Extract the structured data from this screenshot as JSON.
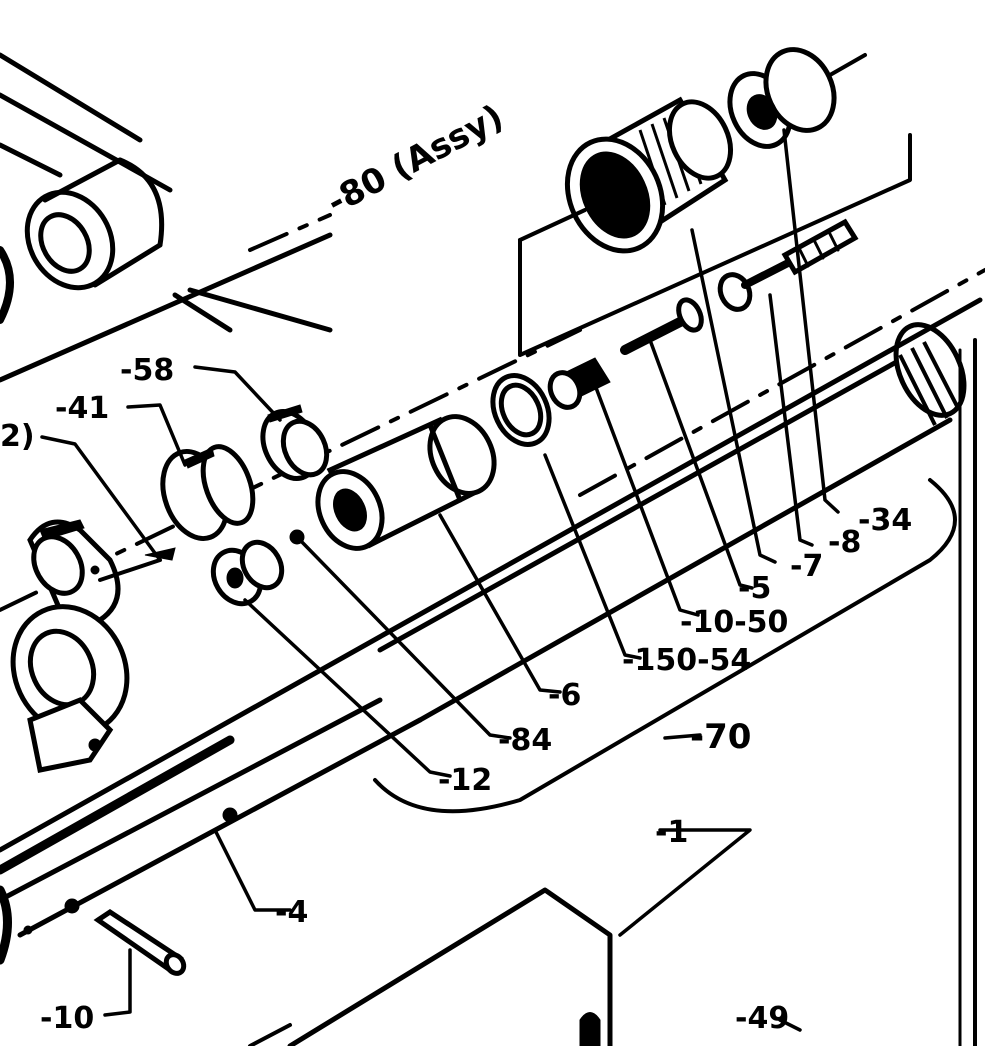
{
  "labels": {
    "assy": "-80 (Assy)",
    "p58": "-58",
    "p41": "-41",
    "p2": "2)",
    "p34": "-34",
    "p8": "-8",
    "p7": "-7",
    "p5": "-5",
    "p10_50": "-10-50",
    "p150_54": "-150-54",
    "p6": "-6",
    "p84": "-84",
    "p12": "-12",
    "p70": "-70",
    "p1": "-1",
    "p4": "-4",
    "p10": "-10",
    "p49": "-49"
  }
}
